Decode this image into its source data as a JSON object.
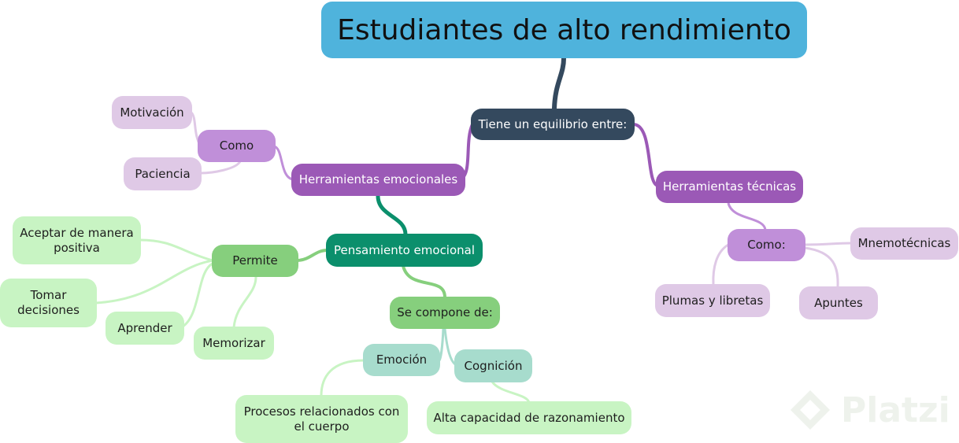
{
  "title": "Estudiantes de alto rendimiento",
  "hub": "Tiene un equilibrio entre:",
  "emotional_tools": {
    "label": "Herramientas emocionales",
    "como": "Como",
    "items": [
      "Motivación",
      "Paciencia"
    ]
  },
  "technical_tools": {
    "label": "Herramientas técnicas",
    "como": "Como:",
    "items": [
      "Mnemotécnicas",
      "Apuntes",
      "Plumas y libretas"
    ]
  },
  "emotional_thinking": {
    "label": "Pensamiento emocional",
    "permite": {
      "label": "Permite",
      "items": [
        [
          "Aceptar de manera",
          "positiva"
        ],
        [
          "Tomar",
          "decisiones"
        ],
        [
          "Aprender"
        ],
        [
          "Memorizar"
        ]
      ]
    },
    "se_compone": {
      "label": "Se compone de:",
      "emocion": "Emoción",
      "emocion_detail": [
        "Procesos relacionados con",
        "el cuerpo"
      ],
      "cognicion": "Cognición",
      "cognicion_detail": "Alta capacidad de razonamiento"
    }
  },
  "watermark": "Platzi",
  "colors": {
    "root": "#4fb3dc",
    "hub": "#34495e",
    "purple": "#9b59b6",
    "purple_mid": "#c08fd9",
    "purple_light": "#dfc9e6",
    "green_dark": "#0b8f6c",
    "green_mid": "#86cf7d",
    "green_light": "#c8f4c3",
    "teal_light": "#a7dccd"
  }
}
